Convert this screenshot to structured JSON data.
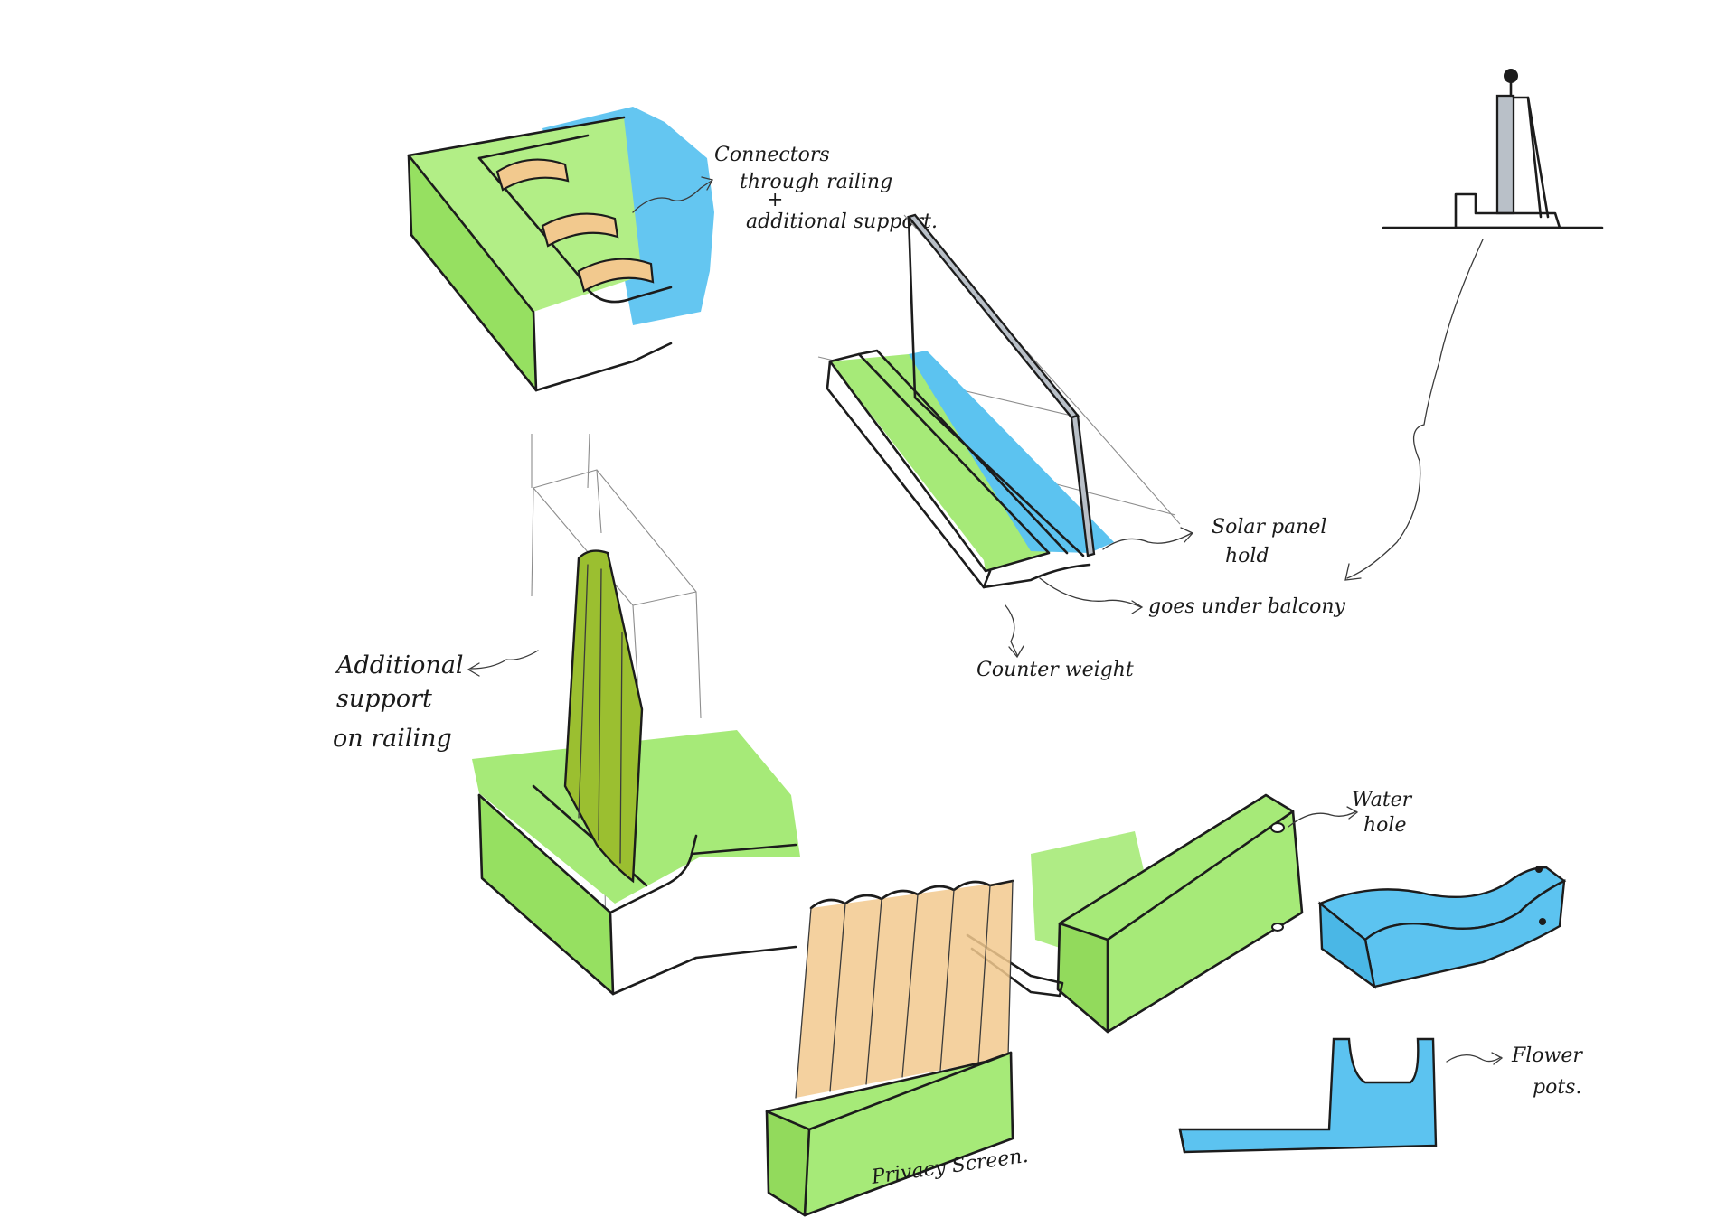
{
  "colors": {
    "paper": "#ffffff",
    "ink": "#1c1c1c",
    "green": "#a6ea78",
    "green_dark": "#86cc55",
    "olive": "#9bbf30",
    "blue": "#5cc3f0",
    "blue_light": "#8ad3f4",
    "wood": "#f2c98e",
    "panel_grey": "#b9c0c8"
  },
  "annotations": {
    "connectors_l1": "Connectors",
    "connectors_l2": "through railing",
    "connectors_l3": "+",
    "connectors_l4": "additional support.",
    "solar_l1": "Solar panel",
    "solar_l2": "hold",
    "under_balcony": "goes under balcony",
    "counter_weight": "Counter weight",
    "support_l1": "Additional",
    "support_l2": "support",
    "support_l3": "on railing",
    "water_l1": "Water",
    "water_l2": "hole",
    "flower_l1": "Flower",
    "flower_l2": "pots.",
    "privacy": "Privacy Screen."
  }
}
